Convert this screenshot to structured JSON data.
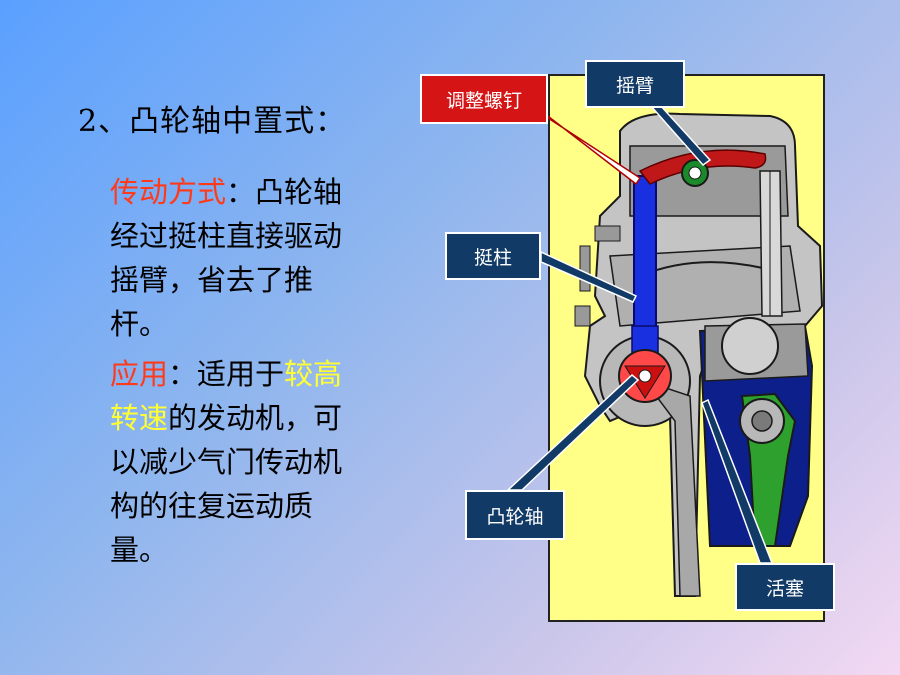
{
  "heading": "2、凸轮轴中置式：",
  "paragraph1": {
    "label": "传动方式",
    "colon": "：",
    "text": "凸轮轴经过挺柱直接驱动摇臂，省去了推杆。"
  },
  "paragraph2": {
    "label": "应用",
    "colon": "：",
    "text_before": "适用于",
    "highlight": "较高转速",
    "text_after": "的发动机，可以减少气门传动机构的往复运动质量。"
  },
  "callouts": {
    "adjust_screw": "调整螺钉",
    "rocker_arm": "摇臂",
    "tappet": "挺柱",
    "camshaft": "凸轮轴",
    "piston": "活塞"
  },
  "colors": {
    "label_red": "#ff3a1a",
    "highlight_yellow": "#ffff33",
    "callout_navy": "#123a66",
    "callout_red": "#d51515",
    "diagram_background": "#ffff88"
  }
}
